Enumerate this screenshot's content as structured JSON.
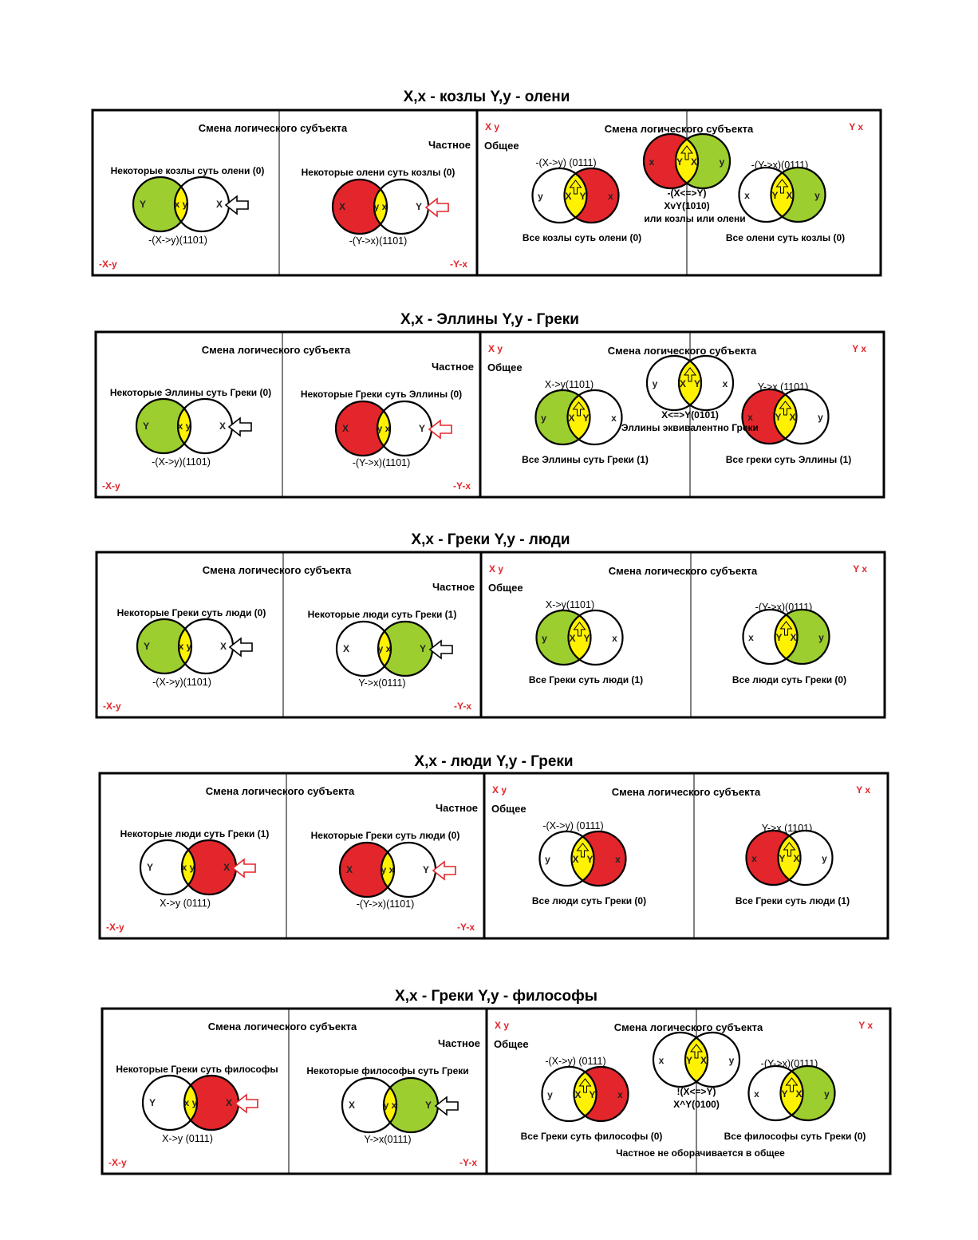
{
  "colors": {
    "red": "#e3262b",
    "green": "#9cce2f",
    "yellow": "#fff200",
    "frame": "#000000"
  },
  "panels": [
    {
      "title": "X,x -  козлы     Y,y - олени",
      "left": {
        "header": "Смена логического субъекта",
        "chastnoe": "Частное",
        "s1": "Некоторые козлы суть олени (0)",
        "s2": "Некоторые олени суть козлы (0)",
        "f1": "-(X->y)(1101)",
        "f2": "-(Y->x)(1101)",
        "c1": "-X-y",
        "c2": "-Y-x",
        "v1": [
          "Y",
          "x y",
          "X"
        ],
        "v2": [
          "X",
          "y x",
          "Y"
        ]
      },
      "right": {
        "xy": "X y",
        "yx": "Y x",
        "header": "Смена логического субъекта",
        "obshee": "Общее",
        "f1": "-(X->y) (0111)",
        "f2": "-(Y->x)(0111)",
        "s1": "Все козлы суть олени (0)",
        "s2": "Все олени суть козлы (0)",
        "mid": [
          "-(X<=>Y)",
          "XvY(1010)",
          "или козлы или олени"
        ],
        "midv": [
          "x",
          "Y",
          "X",
          "y"
        ],
        "v1": [
          "y",
          "X",
          "Y",
          "x"
        ],
        "v2": [
          "x",
          "Y",
          "X",
          "y"
        ]
      }
    },
    {
      "title": "X,x - Эллины   Y,y - Греки",
      "left": {
        "header": "Смена логического субъекта",
        "chastnoe": "Частное",
        "s1": "Некоторые Эллины суть Греки (0)",
        "s2": "Некоторые Греки суть Эллины (0)",
        "f1": "-(X->y)(1101)",
        "f2": "-(Y->x)(1101)",
        "c1": "-X-y",
        "c2": "-Y-x",
        "v1": [
          "Y",
          "x y",
          "X"
        ],
        "v2": [
          "X",
          "y x",
          "Y"
        ]
      },
      "right": {
        "xy": "X y",
        "yx": "Y x",
        "header": "Смена логического субъекта",
        "obshee": "Общее",
        "f1": "X->y(1101)",
        "f2": "Y->x (1101)",
        "s1": "Все Эллины суть Греки (1)",
        "s2": "Все греки суть Эллины (1)",
        "mid": [
          "X<=>Y(0101)",
          "Эллины эквивалентно Греки"
        ],
        "midv": [
          "y",
          "X",
          "Y",
          "x"
        ],
        "v1": [
          "y",
          "X",
          "Y",
          "x"
        ],
        "v2": [
          "x",
          "Y",
          "X",
          "y"
        ]
      }
    },
    {
      "title": "X,x - Греки    Y,y -  люди",
      "left": {
        "header": "Смена логического субъекта",
        "chastnoe": "Частное",
        "s1": "Некоторые Греки суть люди (0)",
        "s2": "Некоторые люди суть Греки (1)",
        "f1": "-(X->y)(1101)",
        "f2": "Y->x(0111)",
        "c1": "-X-y",
        "c2": "-Y-x",
        "v1": [
          "Y",
          "x y",
          "X"
        ],
        "v2": [
          "X",
          "y x",
          "Y"
        ]
      },
      "right": {
        "xy": "X y",
        "yx": "Y x",
        "header": "Смена логического субъекта",
        "obshee": "Общее",
        "f1": "X->y(1101)",
        "f2": "-(Y->x)(0111)",
        "s1": "Все Греки суть люди (1)",
        "s2": "Все люди суть Греки (0)",
        "v1": [
          "y",
          "X",
          "Y",
          "x"
        ],
        "v2": [
          "x",
          "Y",
          "X",
          "y"
        ]
      }
    },
    {
      "title": "X,x - люди     Y,y - Греки",
      "left": {
        "header": "Смена логического субъекта",
        "chastnoe": "Частное",
        "s1": "Некоторые люди суть Греки (1)",
        "s2": "Некоторые Греки суть люди (0)",
        "f1": "X->y  (0111)",
        "f2": "-(Y->x)(1101)",
        "c1": "-X-y",
        "c2": "-Y-x",
        "v1": [
          "Y",
          "x y",
          "X"
        ],
        "v2": [
          "X",
          "y x",
          "Y"
        ]
      },
      "right": {
        "xy": "X y",
        "yx": "Y x",
        "header": "Смена логического субъекта",
        "obshee": "Общее",
        "f1": "-(X->y) (0111)",
        "f2": "Y->x (1101)",
        "s1": "Все люди суть Греки (0)",
        "s2": "Все Греки суть люди (1)",
        "v1": [
          "y",
          "X",
          "Y",
          "x"
        ],
        "v2": [
          "x",
          "Y",
          "X",
          "y"
        ]
      }
    },
    {
      "title": "X,x - Греки     Y,y -  философы",
      "left": {
        "header": "Смена логического субъекта",
        "chastnoe": "Частное",
        "s1": "Некоторые Греки суть философы",
        "s2": "Некоторые философы суть Греки",
        "f1": "X->y  (0111)",
        "f2": "Y->x(0111)",
        "c1": "-X-y",
        "c2": "-Y-x",
        "v1": [
          "Y",
          "x y",
          "X"
        ],
        "v2": [
          "X",
          "y x",
          "Y"
        ]
      },
      "right": {
        "xy": "X y",
        "yx": "Y x",
        "header": "Смена логического субъекта",
        "obshee": "Общее",
        "f1": "-(X->y) (0111)",
        "f2": "-(Y->x)(0111)",
        "s1": "Все Греки суть философы (0)",
        "s2": "Все философы суть Греки (0)",
        "mid": [
          "!(X<=>Y)",
          "X^Y(0100)"
        ],
        "midv": [
          "x",
          "Y",
          "X",
          "y"
        ],
        "foot": "Частное не оборачивается в общее",
        "v1": [
          "y",
          "X",
          "Y",
          "x"
        ],
        "v2": [
          "x",
          "Y",
          "X",
          "y"
        ]
      }
    }
  ]
}
